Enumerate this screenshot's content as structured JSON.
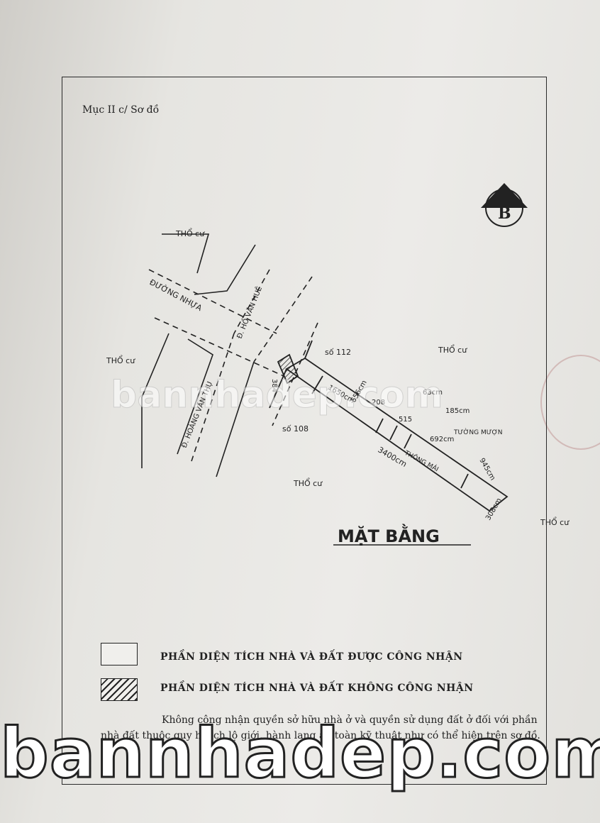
{
  "section": {
    "title": "Mục II c/ Sơ đồ"
  },
  "plan": {
    "title": "MẶT BẰNG",
    "labels": {
      "tho_cu": "THỔ cư",
      "duong_nhua": "ĐƯỜNG NHỰA",
      "street_1": "Đ. HOÀNG VĂN THỤ",
      "street_2": "Đ. HỒ VĂN HUÊ",
      "so_112": "số 112",
      "so_108": "số 108",
      "thong_mai": "THÔNG MÁI",
      "tuong_muon": "TƯỜNG MƯỢN"
    },
    "dimensions": {
      "d1": "384",
      "d2": "1650cm",
      "d3": "656cm",
      "d4": "208",
      "d5": "63cm",
      "d6": "185cm",
      "d7": "515",
      "d8": "692cm",
      "d9": "945cm",
      "d10": "3400cm",
      "d11": "308cm"
    }
  },
  "legend": {
    "recognized": "PHẦN DIỆN TÍCH NHÀ VÀ ĐẤT ĐƯỢC CÔNG NHẬN",
    "not_recognized": "PHẦN DIỆN TÍCH NHÀ VÀ ĐẤT KHÔNG CÔNG NHẬN"
  },
  "note": "Không công nhận quyền sở hữu nhà ở và quyền sử dụng đất ở đối với phần nhà đất thuộc quy hoạch lộ giới, hành lang an toàn kỹ thuật như có thể hiện trên sơ đồ.",
  "watermark": {
    "small": "bannhadep.com",
    "large": "bannhadep.com"
  }
}
